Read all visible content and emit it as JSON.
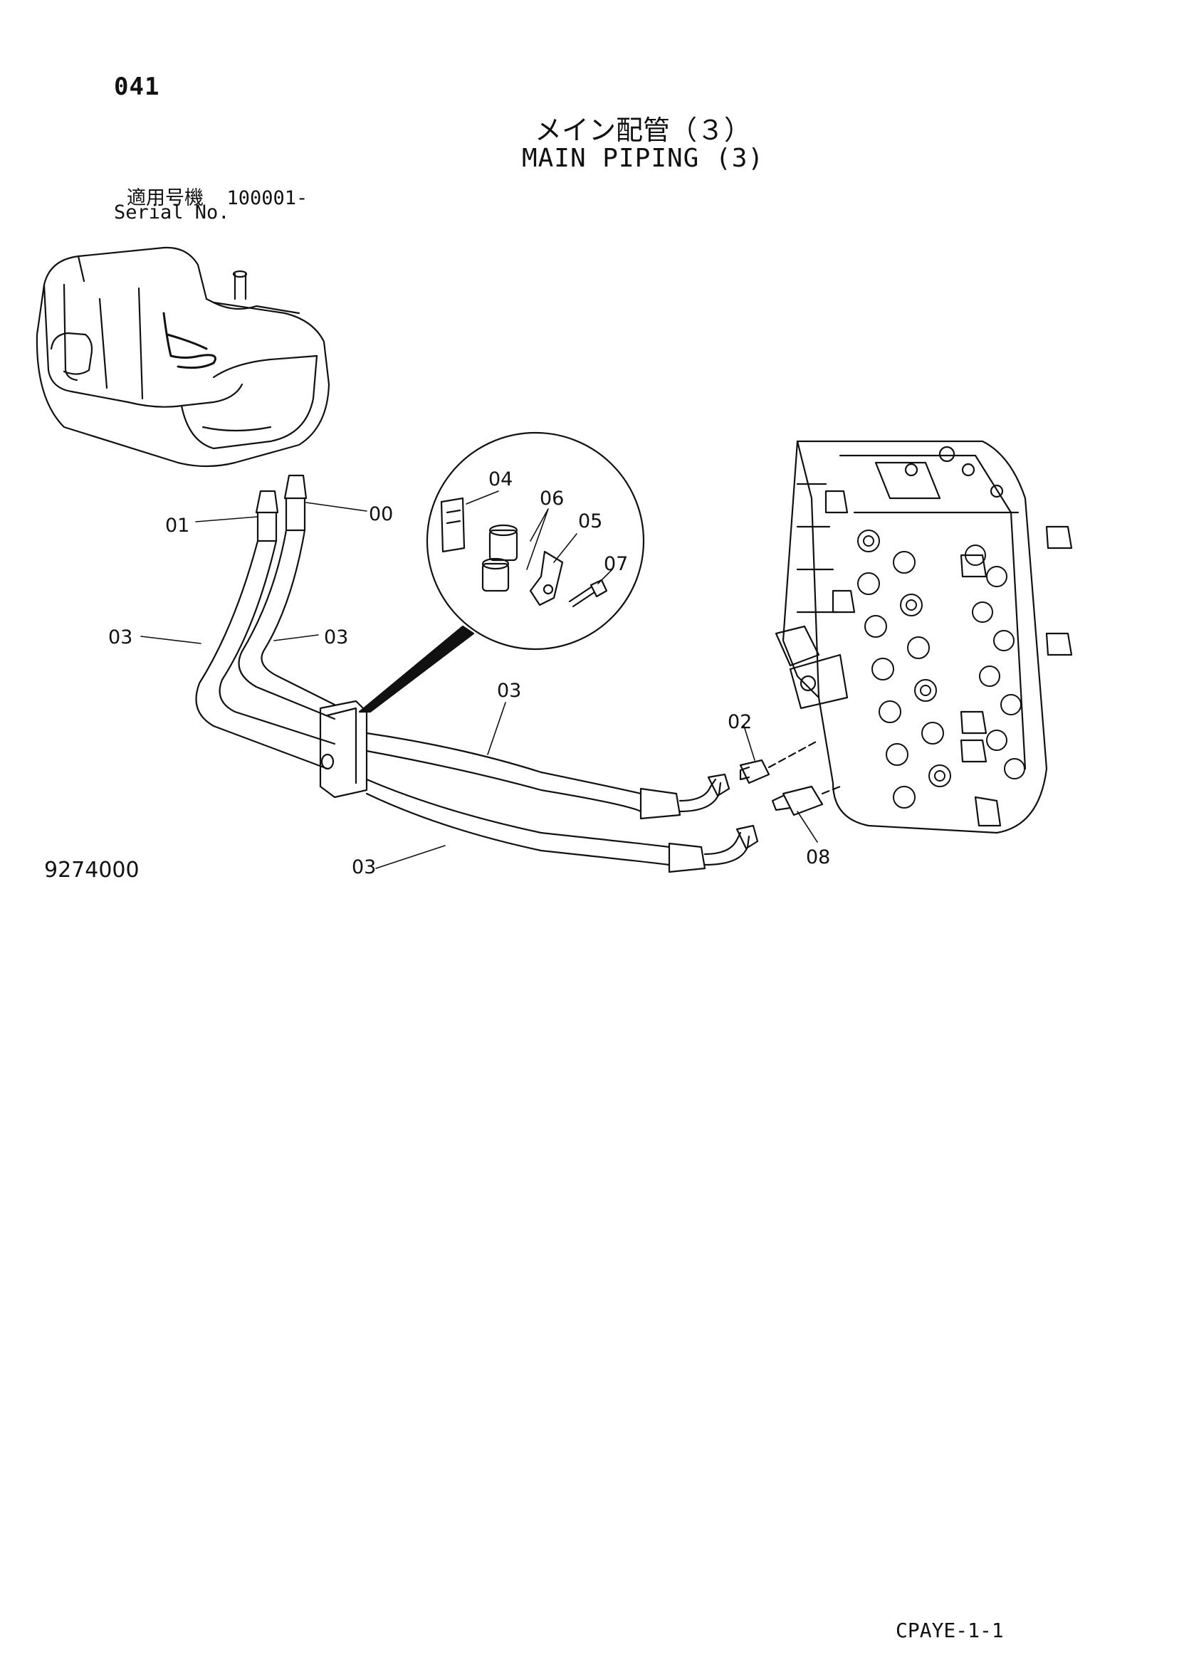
{
  "header": {
    "page_number": "041",
    "title_jp": "メイン配管（３）",
    "title_en": "MAIN PIPING (3)",
    "serial_label_jp": "適用号機",
    "serial_value": "100001-",
    "serial_label_en": "Serial No."
  },
  "callouts": {
    "c00": "00",
    "c01": "01",
    "c02": "02",
    "c03a": "03",
    "c03b": "03",
    "c03c": "03",
    "c03d": "03",
    "c04": "04",
    "c05": "05",
    "c06": "06",
    "c07": "07",
    "c08": "08"
  },
  "footer": {
    "drawing_number": "9274000",
    "doc_code": "CPAYE-1-1"
  }
}
